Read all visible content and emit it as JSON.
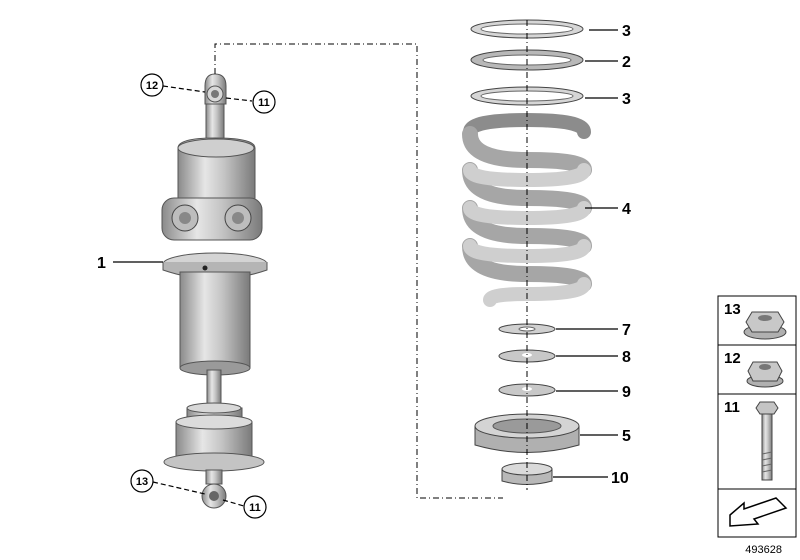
{
  "diagram": {
    "callouts": {
      "c1": "1",
      "c3a": "3",
      "c2": "2",
      "c3b": "3",
      "c4": "4",
      "c7": "7",
      "c8": "8",
      "c9": "9",
      "c5": "5",
      "c10": "10",
      "c12": "12",
      "c11a": "11",
      "c13": "13",
      "c11b": "11"
    },
    "legend": {
      "items": [
        {
          "number": "13",
          "icon": "flange-nut-icon"
        },
        {
          "number": "12",
          "icon": "self-locking-nut-icon"
        },
        {
          "number": "11",
          "icon": "hex-bolt-icon"
        }
      ],
      "arrow_icon": "installation-direction-arrow-icon"
    },
    "document_id": "493628"
  }
}
